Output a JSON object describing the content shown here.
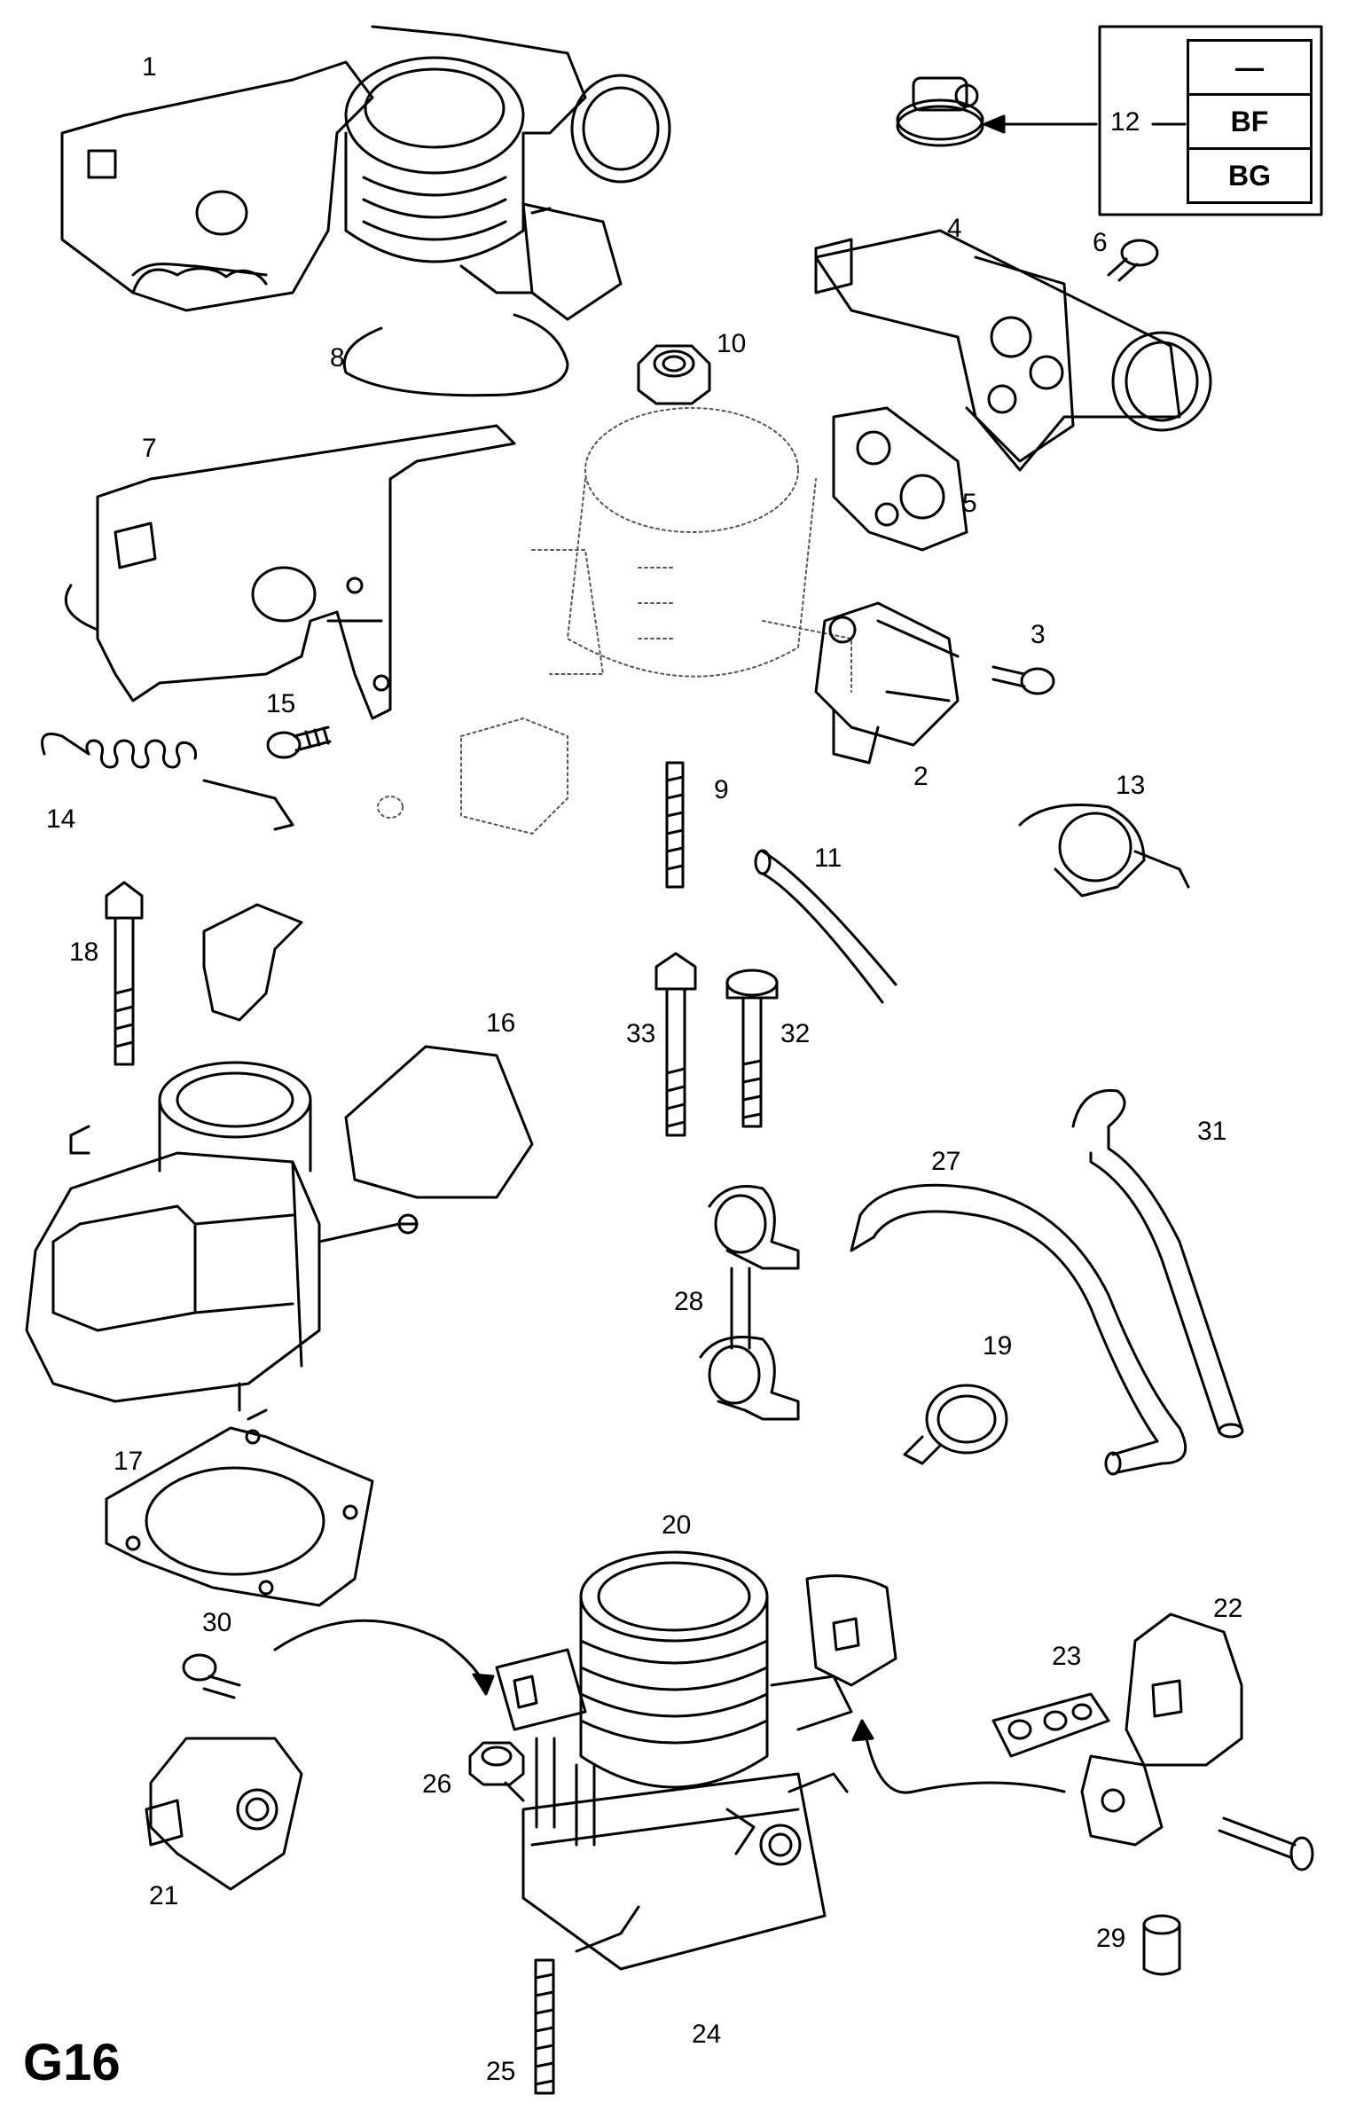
{
  "sheet_code": "G16",
  "variant_table": {
    "ref": "12",
    "codes": [
      "—",
      "BF",
      "BG"
    ]
  },
  "callouts": [
    "1",
    "2",
    "3",
    "4",
    "5",
    "6",
    "7",
    "8",
    "9",
    "10",
    "11",
    "12",
    "13",
    "14",
    "15",
    "16",
    "17",
    "18",
    "19",
    "20",
    "21",
    "22",
    "23",
    "24",
    "25",
    "26",
    "27",
    "28",
    "29",
    "30",
    "31",
    "32",
    "33"
  ],
  "colors": {
    "line": "#000000",
    "phantom": "#555555",
    "background": "#ffffff"
  }
}
